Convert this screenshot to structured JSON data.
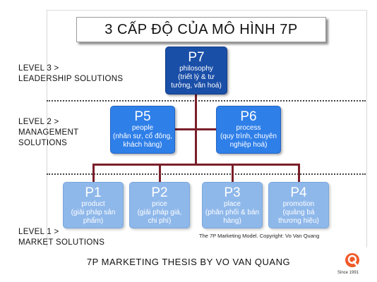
{
  "title": "3 CẤP ĐỘ CỦA MÔ HÌNH 7P",
  "levels": [
    {
      "line1": "LEVEL 3 >",
      "line2": "LEADERSHIP SOLUTIONS",
      "line3": ""
    },
    {
      "line1": "LEVEL 2 >",
      "line2": "MANAGEMENT",
      "line3": "SOLUTIONS"
    },
    {
      "line1": "LEVEL 1 >",
      "line2": "MARKET SOLUTIONS",
      "line3": ""
    }
  ],
  "nodes": {
    "p7": {
      "code": "P7",
      "label": "philosophy",
      "desc": "(triết lý & tư tưởng, văn hoá)"
    },
    "p5": {
      "code": "P5",
      "label": "people",
      "desc": "(nhân sự, cổ đông, khách hàng)"
    },
    "p6": {
      "code": "P6",
      "label": "process",
      "desc": "(quy trình, chuyên nghiệp hoá)"
    },
    "p1": {
      "code": "P1",
      "label": "product",
      "desc": "(giải pháp sản phẩm)"
    },
    "p2": {
      "code": "P2",
      "label": "price",
      "desc": "(giải pháp giá, chi phí)"
    },
    "p3": {
      "code": "P3",
      "label": "place",
      "desc": "(phân phối & bán hàng)"
    },
    "p4": {
      "code": "P4",
      "label": "promotion",
      "desc": "(quảng bá thương hiệu)"
    }
  },
  "caption": "The 7P Marketing Model. Copyright: Vo Van Quang",
  "footer": "7P MARKETING THESIS BY VO VAN QUANG",
  "logo": {
    "icon": "q-logo-icon",
    "color": "#f05a28",
    "since": "Since 1991"
  },
  "colors": {
    "level3": "#1a4fa8",
    "level2": "#2f7fe8",
    "level1": "#8fb8ea",
    "connector": "#7a1f2a"
  }
}
